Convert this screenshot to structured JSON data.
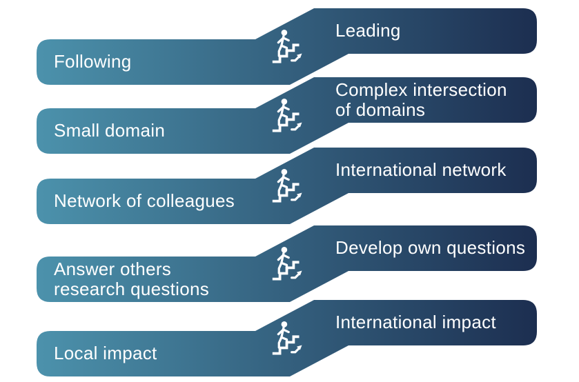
{
  "diagram": {
    "name": "research-growth-staircase",
    "rows": [
      {
        "left": "Following",
        "right": "Leading"
      },
      {
        "left": "Small domain",
        "right": "Complex intersection\nof domains"
      },
      {
        "left": "Network of colleagues",
        "right": "International network"
      },
      {
        "left": "Answer others\nresearch questions",
        "right": "Develop own questions"
      },
      {
        "left": "Local impact",
        "right": "International impact"
      }
    ],
    "icon": {
      "name": "stairs-climb-icon",
      "meaning": "person climbing stairs with up-right arrow"
    },
    "colors": {
      "gradient_start": "#4C92AC",
      "gradient_end": "#1C2E50",
      "text": "#FFFFFF",
      "background": "#FFFFFF"
    }
  }
}
